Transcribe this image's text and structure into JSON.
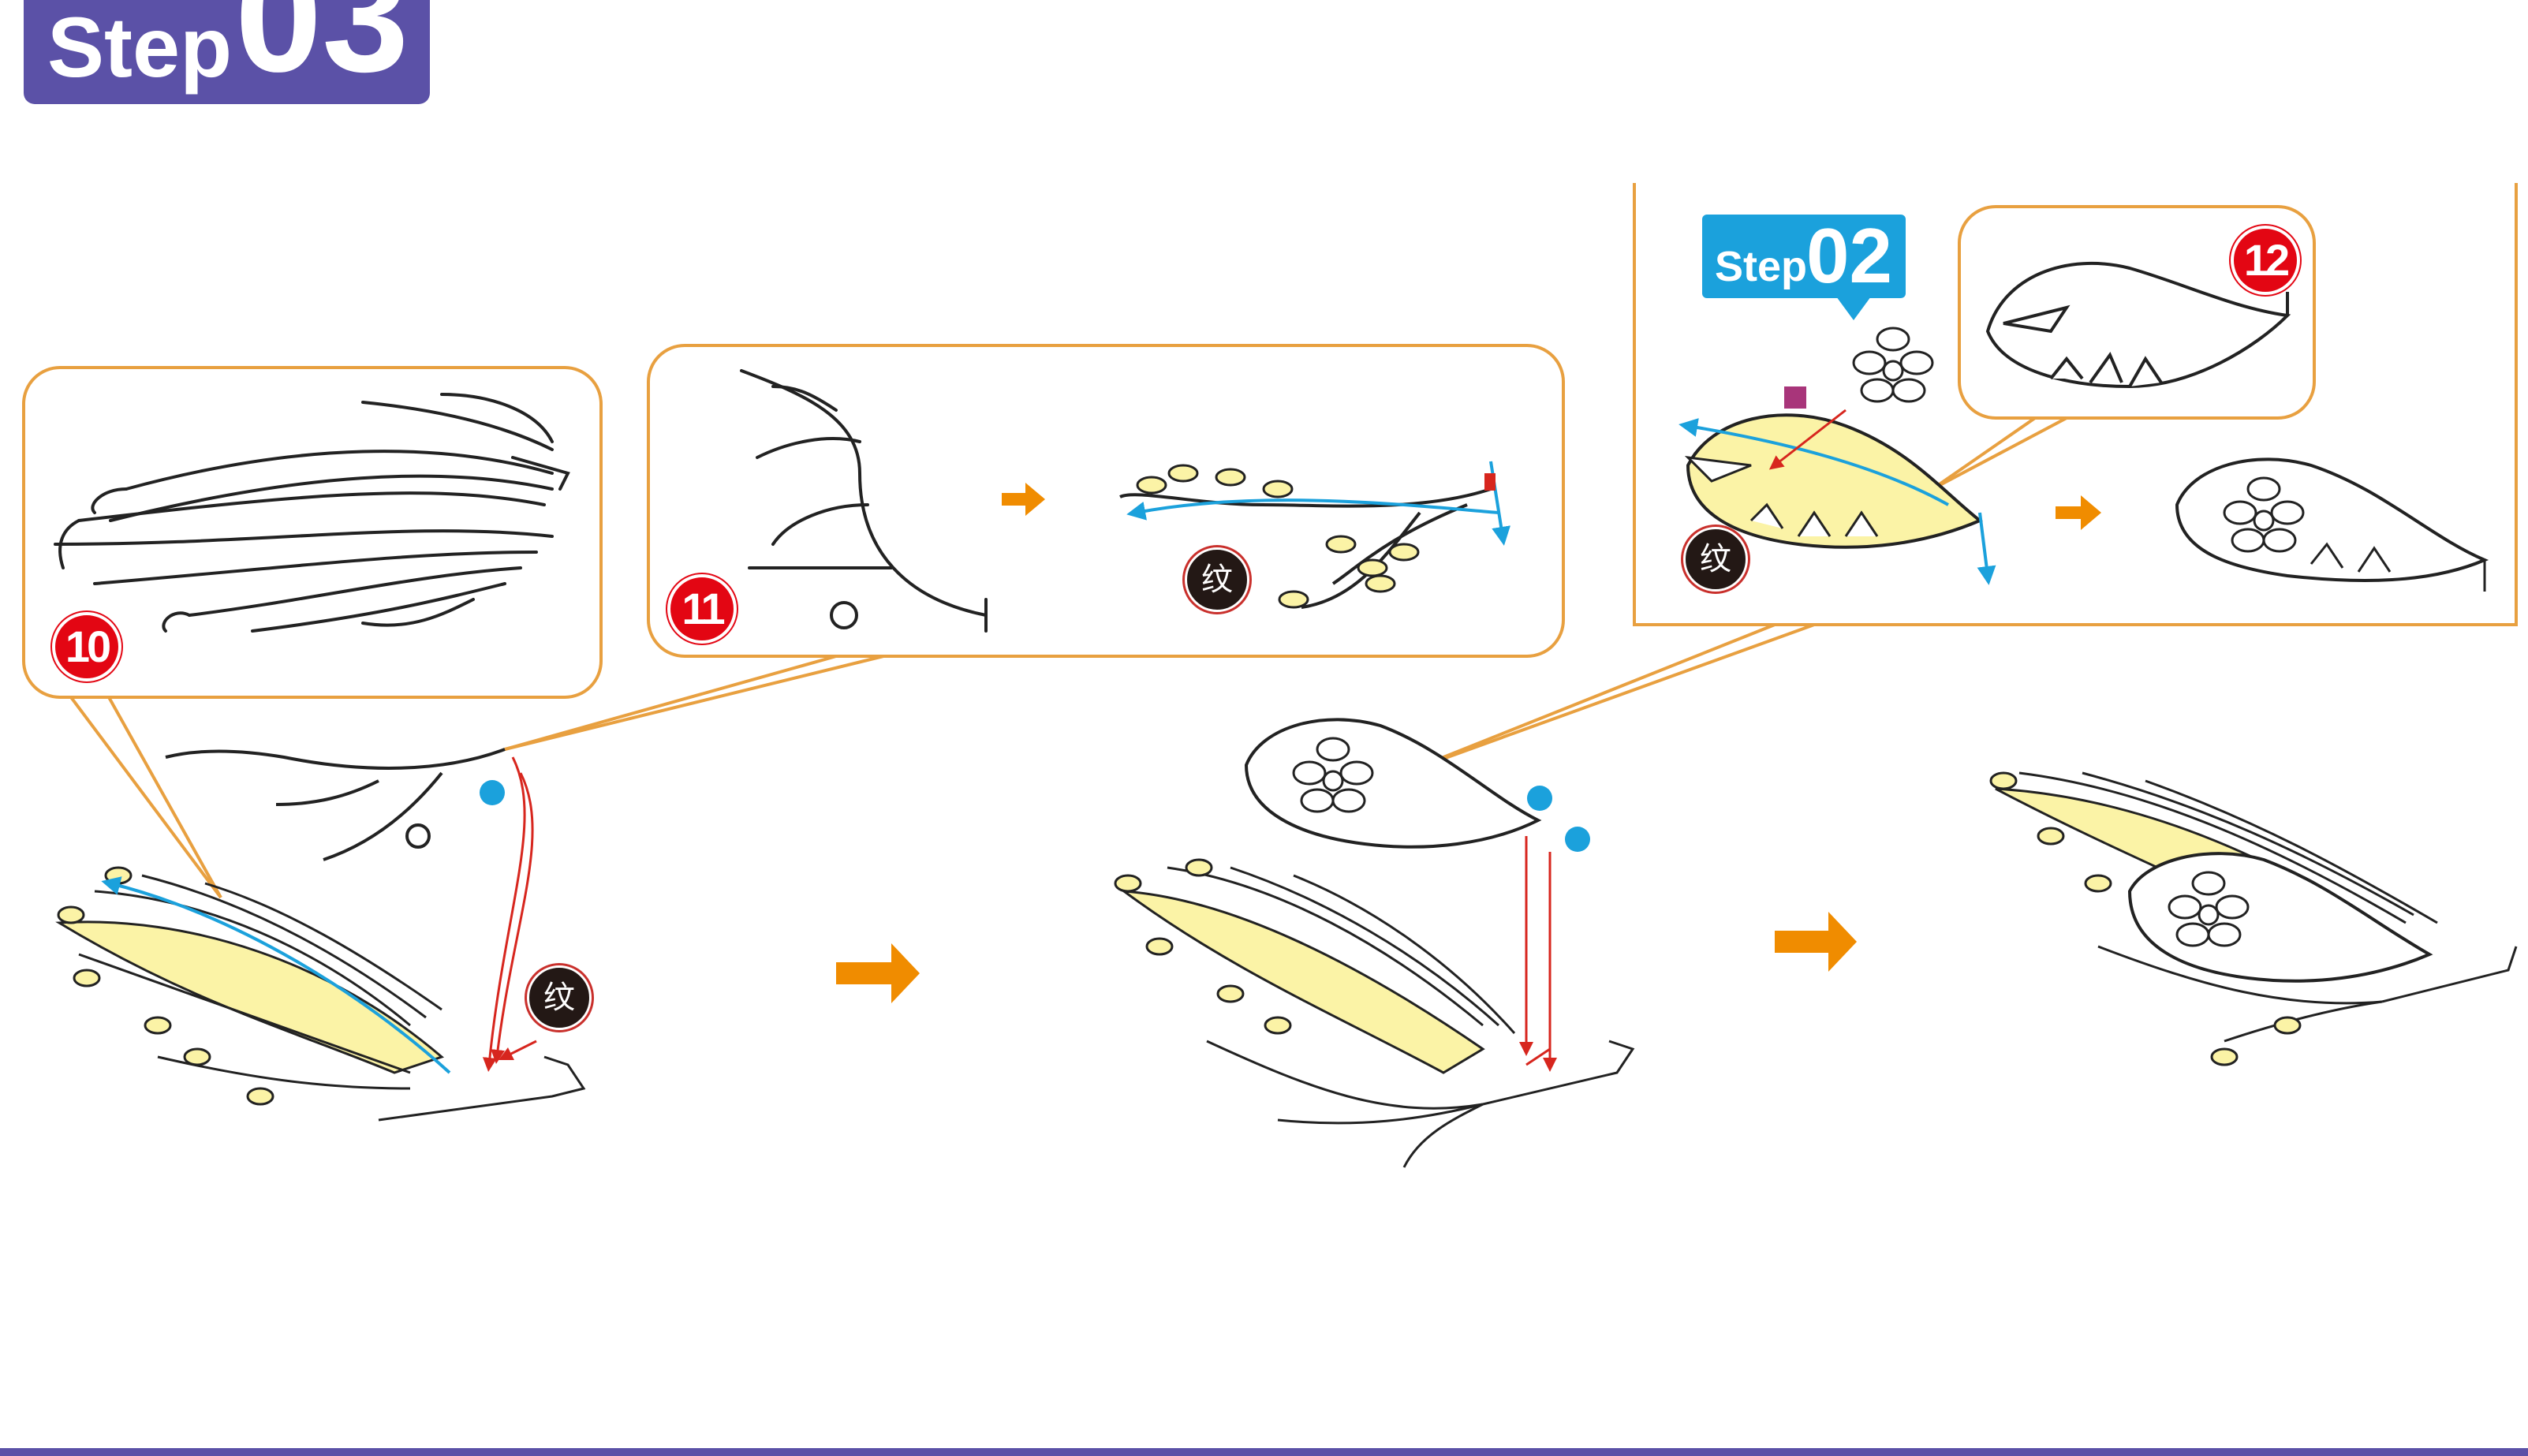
{
  "header": {
    "step_word": "Step",
    "step_number": "03"
  },
  "sub_step": {
    "step_word": "Step",
    "step_number": "02"
  },
  "parts": {
    "part_10": "10",
    "part_11": "11",
    "part_12": "12"
  },
  "texture_marker": "纹",
  "colors": {
    "header_purple": "#5b51a7",
    "callout_orange": "#e8a040",
    "arrow_orange": "#f08c00",
    "fill_yellow": "#fbf3a6",
    "guide_blue": "#1ba1dc",
    "slot_red": "#d7261e",
    "badge_red": "#e30613",
    "marker_magenta": "#a8357a"
  }
}
